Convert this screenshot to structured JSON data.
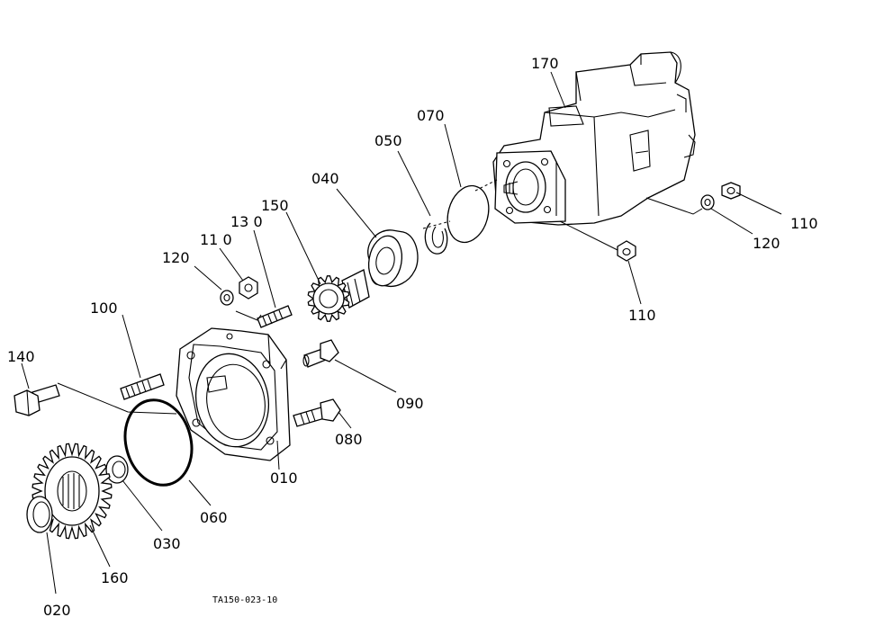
{
  "diagram": {
    "drawing_code": "TA150-023-10",
    "parts": [
      {
        "id": "p170",
        "number": "170"
      },
      {
        "id": "p070",
        "number": "070"
      },
      {
        "id": "p050",
        "number": "050"
      },
      {
        "id": "p040",
        "number": "040"
      },
      {
        "id": "p150",
        "number": "150"
      },
      {
        "id": "p130",
        "number": "13 0"
      },
      {
        "id": "p110a",
        "number": "11 0"
      },
      {
        "id": "p120a",
        "number": "120"
      },
      {
        "id": "p100",
        "number": "100"
      },
      {
        "id": "p140",
        "number": "140"
      },
      {
        "id": "p090",
        "number": "090"
      },
      {
        "id": "p080",
        "number": "080"
      },
      {
        "id": "p010",
        "number": "010"
      },
      {
        "id": "p060",
        "number": "060"
      },
      {
        "id": "p030",
        "number": "030"
      },
      {
        "id": "p160",
        "number": "160"
      },
      {
        "id": "p020",
        "number": "020"
      },
      {
        "id": "p110b",
        "number": "110"
      },
      {
        "id": "p120b",
        "number": "120"
      },
      {
        "id": "p110c",
        "number": "110"
      }
    ]
  }
}
